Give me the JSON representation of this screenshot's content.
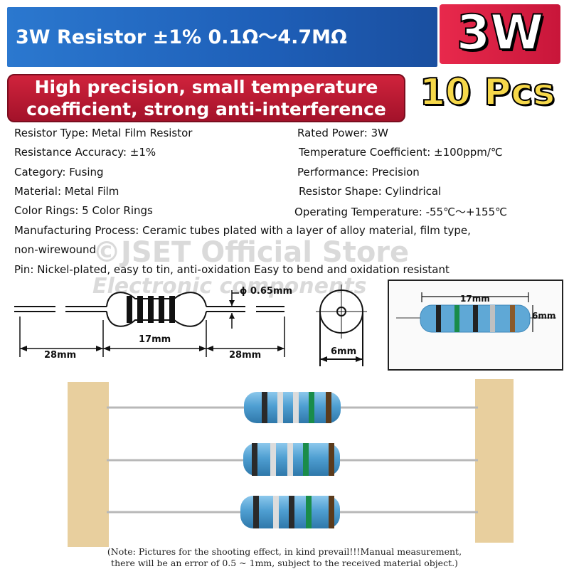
{
  "banner": {
    "title": "3W Resistor ±1% 0.1Ω～4.7MΩ",
    "badge": "3W"
  },
  "feature": {
    "line1": "High precision, small temperature",
    "line2": "coefficient, strong anti-interference",
    "quantity": "10 Pcs"
  },
  "specs": {
    "resistor_type": "Resistor Type: Metal Film Resistor",
    "rated_power": "Rated Power: 3W",
    "accuracy": "Resistance Accuracy: ±1%",
    "temp_coefficient": "Temperature Coefficient: ±100ppm/℃",
    "category": "Category: Fusing",
    "performance": "Performance: Precision",
    "material": "Material: Metal Film",
    "shape": "Resistor Shape: Cylindrical",
    "color_rings": "Color Rings: 5 Color Rings",
    "operating_temp": "Operating Temperature: -55℃～+155℃",
    "process_1": "Manufacturing Process: Ceramic tubes plated with a layer of alloy material, film type,",
    "process_2": "non-wirewound",
    "pin": "Pin: Nickel-plated, easy to tin, anti-oxidation Easy to bend and oxidation resistant"
  },
  "watermark": {
    "store": "©JSET Official Store",
    "sub": "Electronic components"
  },
  "dimensions": {
    "lead_diameter": "ϕ 0.65mm",
    "body_length": "17mm",
    "lead_left": "28mm",
    "lead_right": "28mm",
    "end_diameter": "6mm",
    "photo_length": "17mm",
    "photo_diameter": "6mm"
  },
  "note": {
    "line1": "(Note: Pictures for the shooting effect, in kind prevail!!!Manual measurement,",
    "line2": "there will be an error of 0.5 ~ 1mm, subject to the received material object.)"
  },
  "colors": {
    "banner_blue": "#1e5fb8",
    "badge_red": "#d81e42",
    "pill_red": "#b51a32",
    "pcs_yellow": "#f6d84a",
    "resistor_blue": "#5fa8d6",
    "tape_tan": "#e8cf9e"
  }
}
